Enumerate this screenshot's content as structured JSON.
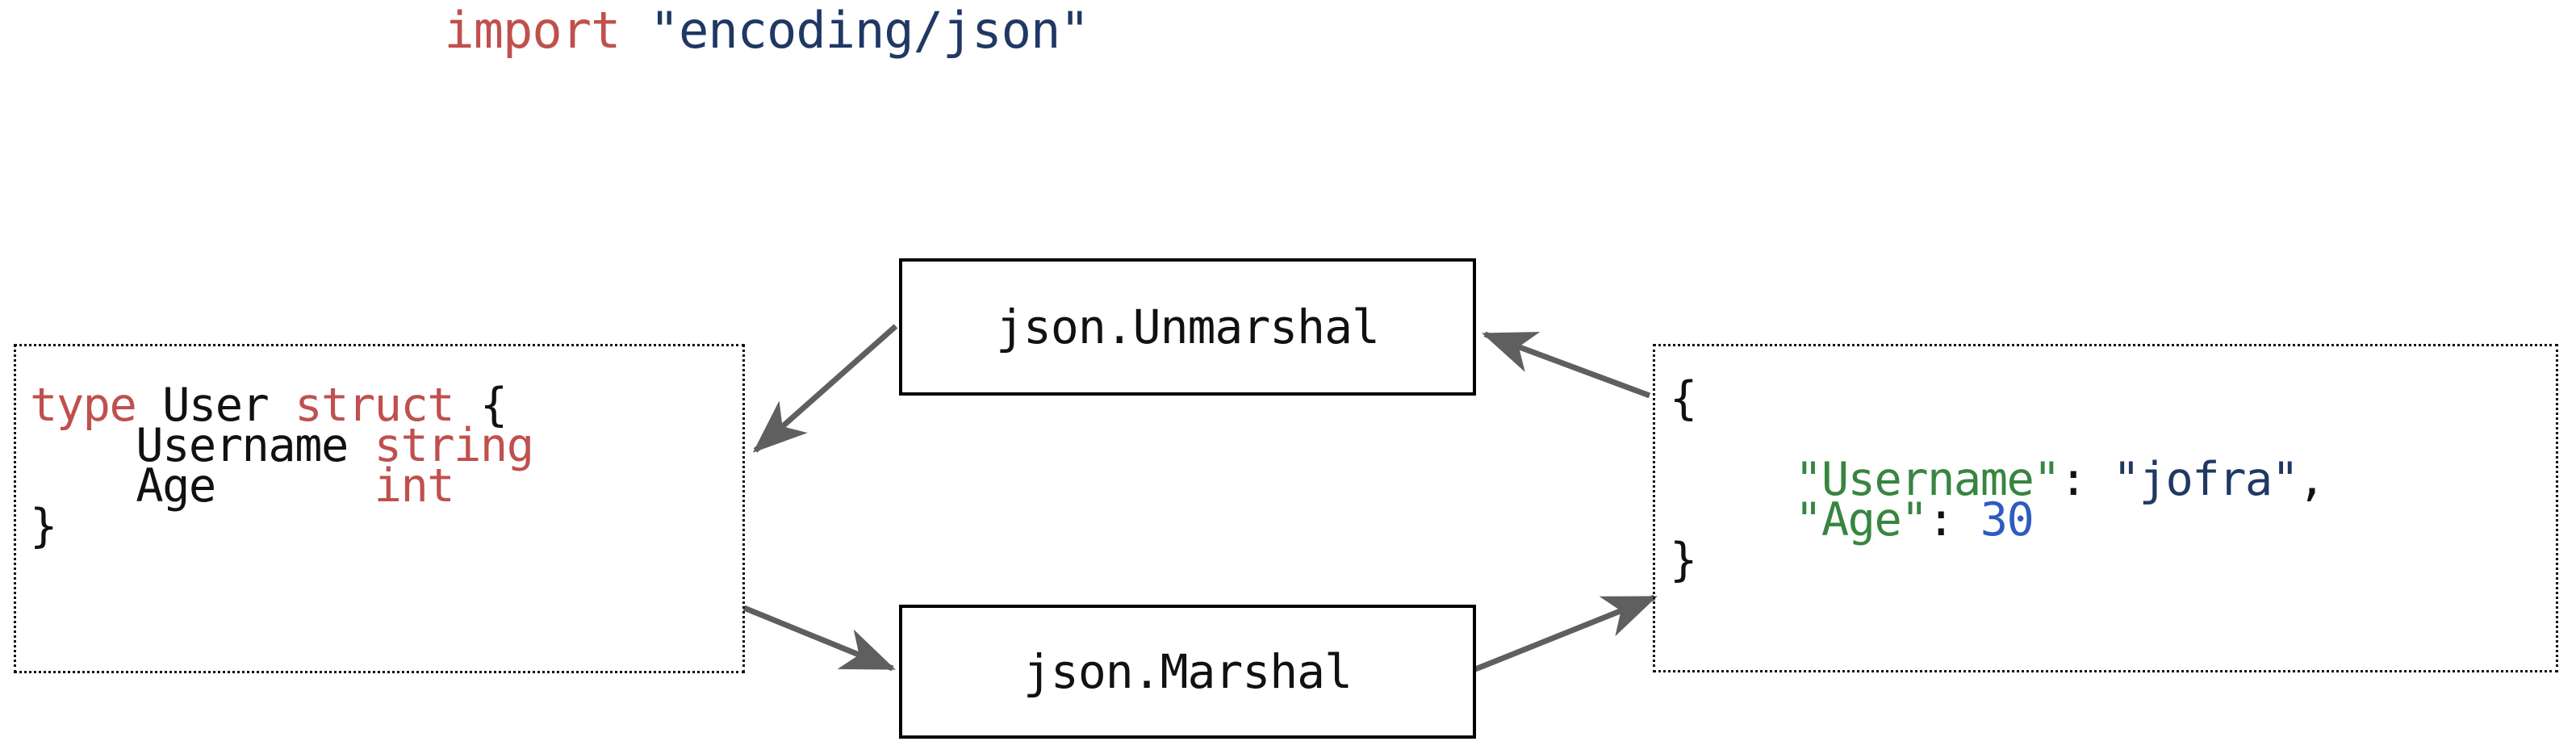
{
  "diagram": {
    "title": {
      "keyword": "import",
      "space": " ",
      "package": "\"encoding/json\""
    },
    "struct_box": {
      "name": "go-struct-definition",
      "line1_kw1": "type",
      "line1_ident": " User ",
      "line1_kw2": "struct",
      "line1_brace": " {",
      "line2_ident": "    Username ",
      "line2_type": "string",
      "line3_ident": "    Age      ",
      "line3_type": "int",
      "line4_brace": "}"
    },
    "json_box": {
      "name": "json-document",
      "open_brace": "{",
      "key1": "\"Username\"",
      "colon1": ": ",
      "value1": "\"jofra\"",
      "comma1": ",",
      "key2": "\"Age\"",
      "colon2": ": ",
      "value2": "30",
      "close_brace": "}"
    },
    "nodes": {
      "unmarshal_label": "json.Unmarshal",
      "marshal_label": "json.Marshal"
    },
    "colors": {
      "keyword_red": "#c0504d",
      "string_navy": "#1f3864",
      "json_key_green": "#378541",
      "json_number_blue": "#2f5bc0",
      "arrow_gray": "#5f5f5f",
      "box_black": "#000000",
      "background": "#ffffff"
    },
    "arrows": [
      {
        "name": "arrow-unmarshal-to-struct",
        "from": "json.Unmarshal",
        "to": "type User struct"
      },
      {
        "name": "arrow-json-to-unmarshal",
        "from": "json document",
        "to": "json.Unmarshal"
      },
      {
        "name": "arrow-struct-to-marshal",
        "from": "type User struct",
        "to": "json.Marshal"
      },
      {
        "name": "arrow-marshal-to-json",
        "from": "json.Marshal",
        "to": "json document"
      }
    ]
  }
}
